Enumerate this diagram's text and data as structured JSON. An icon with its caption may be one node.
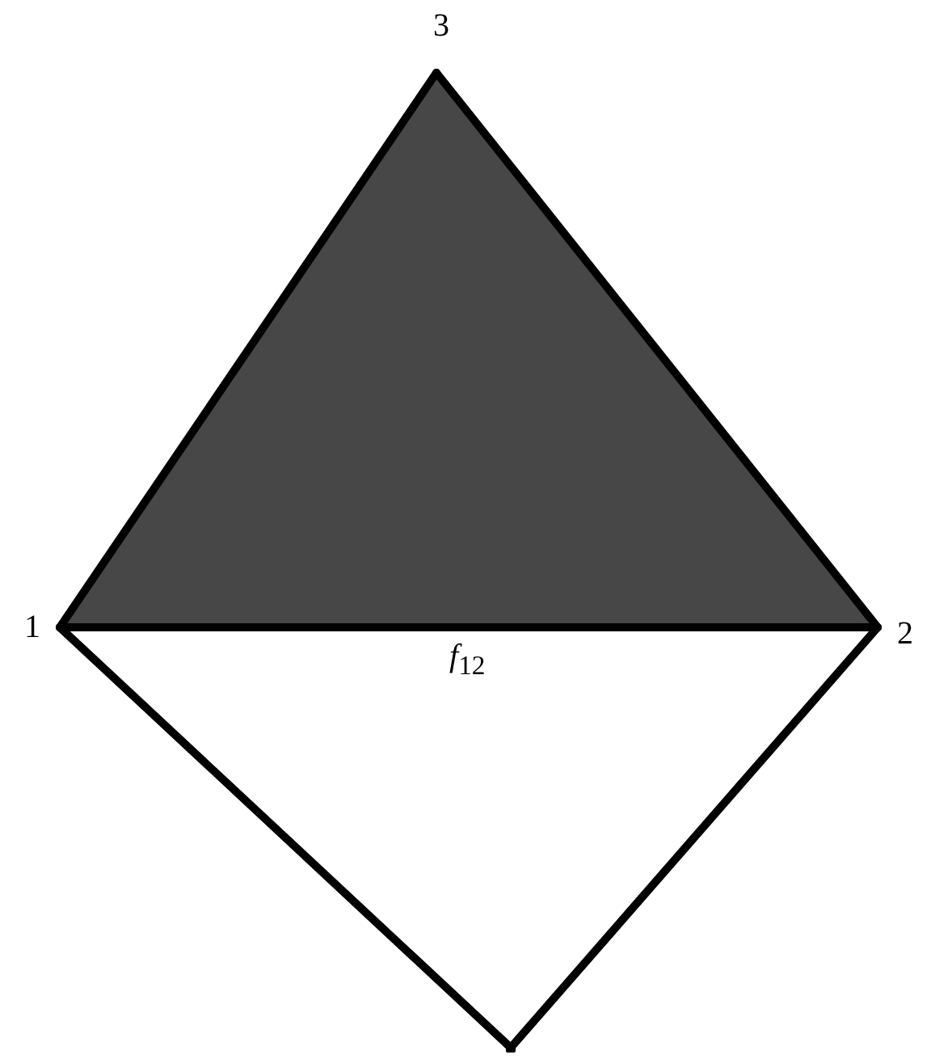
{
  "diagram": {
    "nodes": [
      {
        "text": [
          "1"
        ]
      },
      {
        "text": [
          "2"
        ]
      },
      {
        "text": [
          "3"
        ]
      },
      {
        "text": [],
        "shape": "point"
      }
    ],
    "edges": [
      {
        "from": 0,
        "to": 2,
        "arrow": "none"
      },
      {
        "from": 2,
        "to": 1,
        "arrow": "none"
      },
      {
        "from": 0,
        "to": 1,
        "arrow": "none",
        "label": "*f*$_{12}$"
      },
      {
        "from": 0,
        "to": 3,
        "arrow": "none"
      },
      {
        "from": 3,
        "to": 1,
        "arrow": "none"
      }
    ]
  }
}
